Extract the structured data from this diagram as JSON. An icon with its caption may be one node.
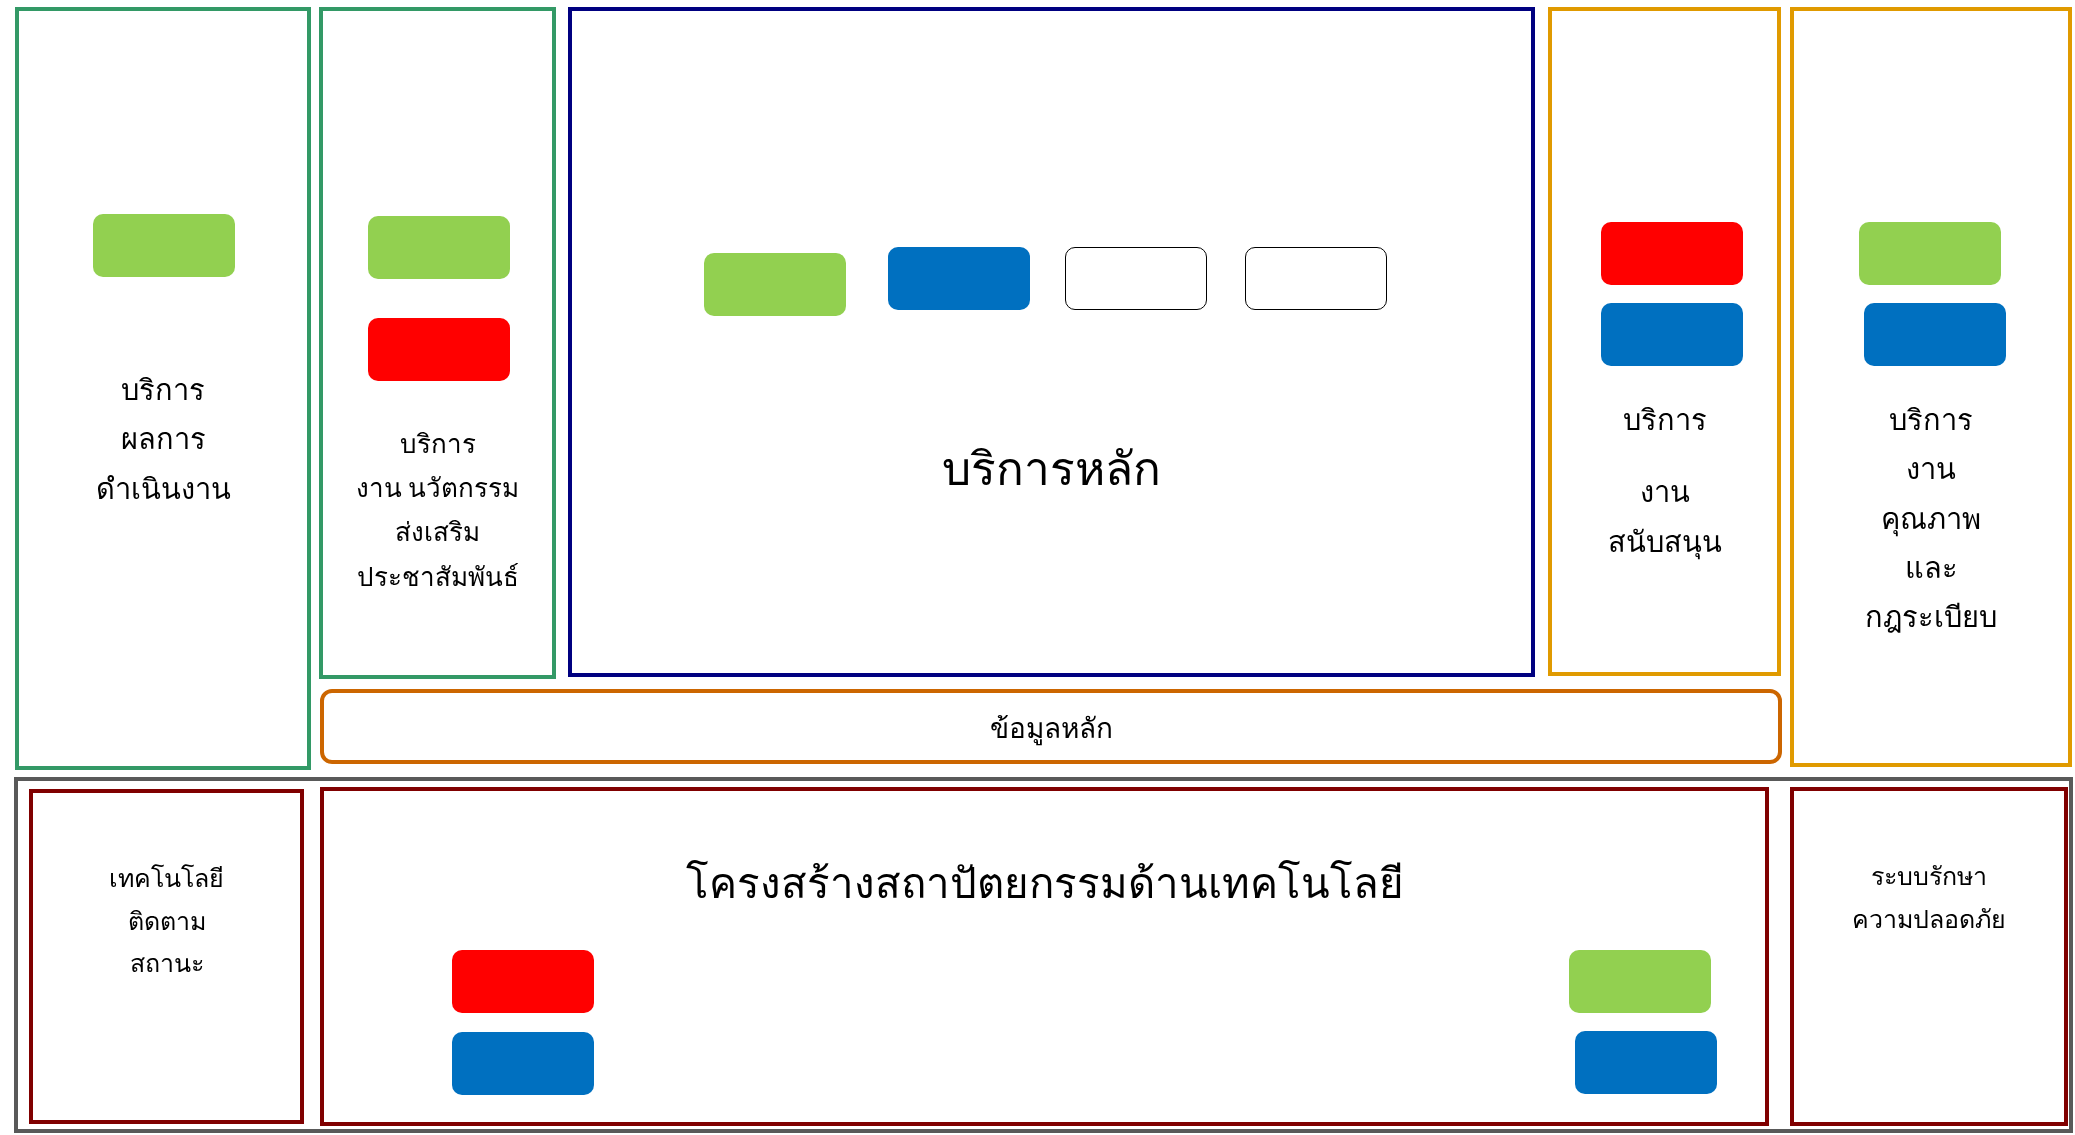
{
  "diagram": {
    "nodes": [
      {
        "text": [
          "บริการ ผลการ ดำเนินงาน"
        ]
      },
      {
        "text": [],
        "shape": "box",
        "in": 0
      },
      {
        "text": [
          "บริการ งาน นวัตกรรม ส่งเสริม ประชาสัมพันธ์"
        ]
      },
      {
        "text": [],
        "shape": "box",
        "in": 2
      },
      {
        "text": [],
        "shape": "box",
        "in": 2
      },
      {
        "text": [
          "บริการหลัก"
        ]
      },
      {
        "text": [],
        "shape": "box",
        "in": 5
      },
      {
        "text": [],
        "shape": "box",
        "in": 5
      },
      {
        "text": [],
        "shape": "box",
        "in": 5
      },
      {
        "text": [],
        "shape": "box",
        "in": 5
      },
      {
        "text": [
          "บริการ งาน สนับสนุน"
        ]
      },
      {
        "text": [],
        "shape": "box",
        "in": 10
      },
      {
        "text": [],
        "shape": "box",
        "in": 10
      },
      {
        "text": [
          "บริการ งาน คุณภาพ และ กฎระเบียบ"
        ]
      },
      {
        "text": [],
        "shape": "box",
        "in": 13
      },
      {
        "text": [],
        "shape": "box",
        "in": 13
      },
      {
        "text": [
          "ข้อมูลหลัก"
        ]
      },
      {
        "text": [],
        "shape": "box"
      },
      {
        "text": [
          "เทคโนโลยี ติดตาม สถานะ"
        ],
        "in": 17
      },
      {
        "text": [
          "โครงสร้างสถาปัตยกรรมด้านเทคโนโลยี"
        ],
        "in": 17
      },
      {
        "text": [],
        "shape": "box",
        "in": 19
      },
      {
        "text": [],
        "shape": "box",
        "in": 19
      },
      {
        "text": [],
        "shape": "box",
        "in": 19
      },
      {
        "text": [],
        "shape": "box",
        "in": 19
      },
      {
        "text": [
          "ระบบรักษา ความปลอดภัย"
        ],
        "in": 17
      }
    ],
    "edges": []
  }
}
